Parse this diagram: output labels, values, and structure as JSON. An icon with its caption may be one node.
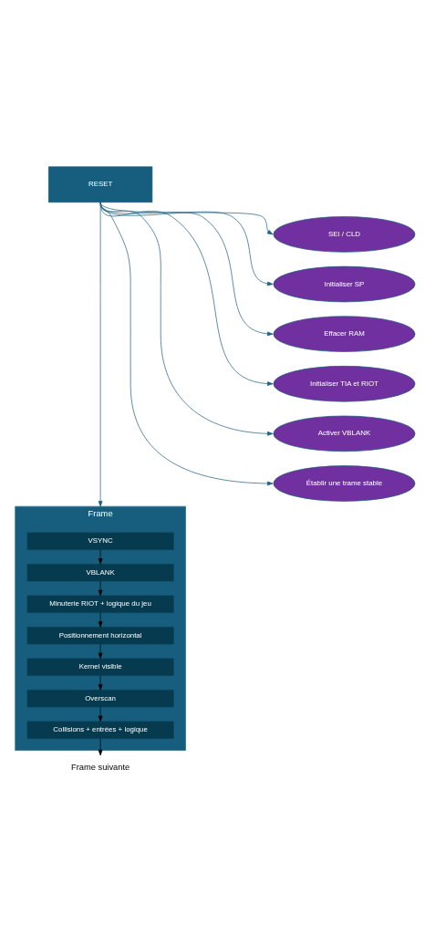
{
  "diagram": {
    "nodes": [
      {
        "text": [
          "RESET"
        ]
      },
      {
        "text": [
          "SEI / CLD"
        ]
      },
      {
        "text": [
          "Initialiser SP"
        ]
      },
      {
        "text": [
          "Effacer RAM"
        ]
      },
      {
        "text": [
          "Initialiser TIA et RIOT"
        ]
      },
      {
        "text": [
          "Activer VBLANK"
        ]
      },
      {
        "text": [
          "Établir une trame stable"
        ]
      },
      {
        "text": [
          "Frame"
        ]
      },
      {
        "text": [
          "VSYNC"
        ],
        "in": 7
      },
      {
        "text": [
          "VBLANK"
        ],
        "in": 7
      },
      {
        "text": [
          "Minuterie RIOT + logique du jeu"
        ],
        "in": 7
      },
      {
        "text": [
          "Positionnement horizontal"
        ],
        "in": 7
      },
      {
        "text": [
          "Kernel visible"
        ],
        "in": 7
      },
      {
        "text": [
          "Overscan"
        ],
        "in": 7
      },
      {
        "text": [
          "Collisions + entrées + logique"
        ],
        "in": 7
      },
      {
        "text": [
          "Frame suivante"
        ]
      }
    ],
    "edges": [
      {
        "from": 0,
        "to": 1,
        "arrow": "to"
      },
      {
        "from": 0,
        "to": 2,
        "arrow": "to"
      },
      {
        "from": 0,
        "to": 3,
        "arrow": "to"
      },
      {
        "from": 0,
        "to": 4,
        "arrow": "to"
      },
      {
        "from": 0,
        "to": 5,
        "arrow": "to"
      },
      {
        "from": 0,
        "to": 6,
        "arrow": "to"
      },
      {
        "from": 0,
        "to": 7,
        "arrow": "to"
      },
      {
        "from": 8,
        "to": 9,
        "arrow": "to",
        "color": "#000000"
      },
      {
        "from": 9,
        "to": 10,
        "arrow": "to",
        "color": "#000000"
      },
      {
        "from": 10,
        "to": 11,
        "arrow": "to",
        "color": "#000000"
      },
      {
        "from": 11,
        "to": 12,
        "arrow": "to",
        "color": "#000000"
      },
      {
        "from": 12,
        "to": 13,
        "arrow": "to",
        "color": "#000000"
      },
      {
        "from": 13,
        "to": 14,
        "arrow": "to",
        "color": "#000000"
      },
      {
        "from": 14,
        "to": 15,
        "arrow": "to",
        "color": "#000000"
      }
    ]
  }
}
